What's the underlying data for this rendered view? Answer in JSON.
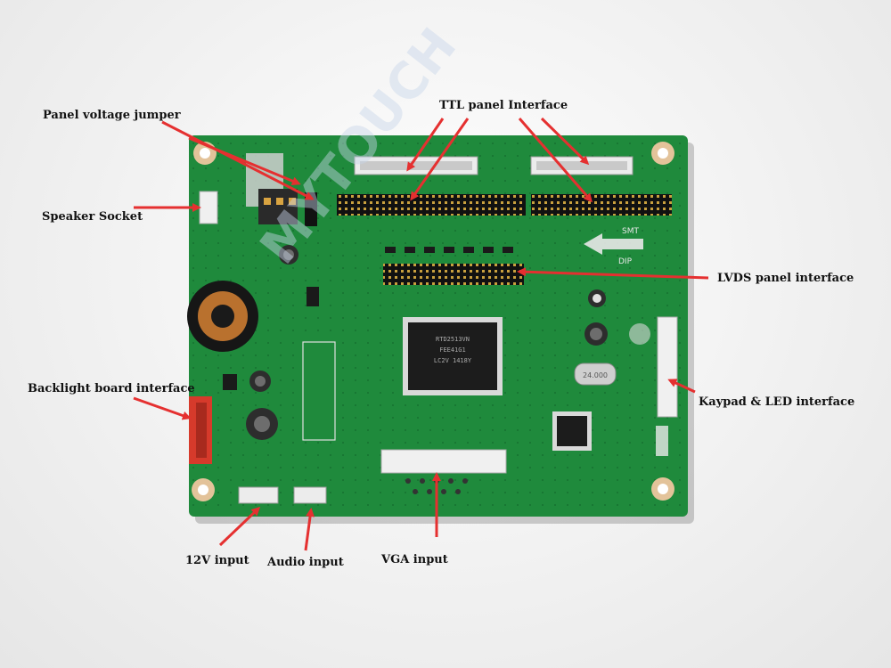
{
  "labels": {
    "panel_voltage_jumper": "Panel voltage jumper",
    "ttl_panel_interface": "TTL panel Interface",
    "speaker_socket": "Speaker Socket",
    "lvds_panel_interface": "LVDS panel interface",
    "backlight_board_interface": "Backlight board interface",
    "keypad_led_interface": "Kaypad & LED interface",
    "input_12v": "12V input",
    "audio_input": "Audio input",
    "vga_input": "VGA input"
  },
  "board_marks": {
    "watermark": "MYTOUCH",
    "smt": "SMT",
    "dip": "DIP",
    "chip_main_line1": "RTD2513VN",
    "chip_main_line2": "FEE41G1",
    "chip_main_line3": "LC2V 1418Y",
    "crystal": "24.000"
  },
  "colors": {
    "pcb": "#1f8a3c",
    "pcb_dark": "#177031",
    "arrow": "#e53030",
    "connector": "#1a1a1a",
    "gold": "#d9a441"
  }
}
